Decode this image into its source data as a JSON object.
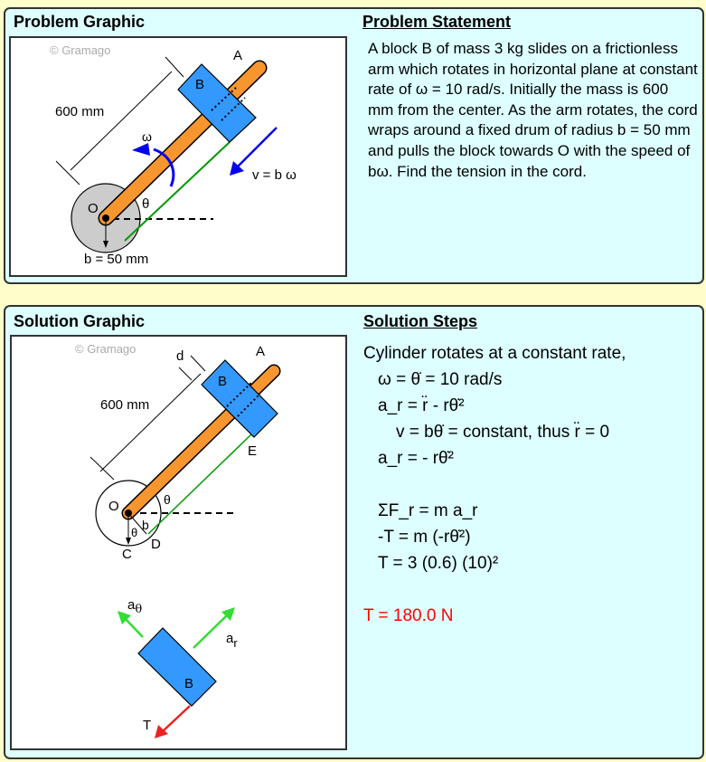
{
  "problem": {
    "graphic_title": "Problem Graphic",
    "statement_title": "Problem Statement",
    "statement": "A block B of mass 3 kg slides on a frictionless arm which rotates in horizontal plane at constant rate of ω = 10 rad/s. Initially the mass is 600 mm from the center. As the arm rotates, the cord wraps around a fixed drum of radius b = 50 mm and pulls the block towards O with the speed of bω. Find the tension in the cord.",
    "labels": {
      "copyright": "© Gramago",
      "A": "A",
      "B": "B",
      "O": "O",
      "omega": "ω",
      "theta": "θ",
      "length": "600 mm",
      "velocity": "v = b ω",
      "radius": "b = 50 mm"
    }
  },
  "solution": {
    "graphic_title": "Solution Graphic",
    "steps_title": "Solution Steps",
    "labels": {
      "copyright": "© Gramago",
      "A": "A",
      "B": "B",
      "O": "O",
      "C": "C",
      "D": "D",
      "E": "E",
      "d": "d",
      "b": "b",
      "theta": "θ",
      "length": "600 mm",
      "a_theta": "a",
      "a_theta_sub": "θ",
      "a_r": "a",
      "a_r_sub": "r",
      "T": "T",
      "B2": "B"
    },
    "steps": [
      "Cylinder rotates at a constant rate,",
      "ω = θ̇ = 10 rad/s",
      "a_r = r̈ - rθ̇²",
      "v = bθ̇ = constant, thus r̈ = 0",
      "a_r = - rθ̇²",
      "ΣF_r = m a_r",
      "-T = m (-rθ̇²)",
      "T = 3 (0.6) (10)²"
    ],
    "answer": "T = 180.0 N"
  },
  "colors": {
    "background": "#ffffcc",
    "panel": "#ddffff",
    "arm": "#f7962f",
    "block": "#3399ff",
    "cord": "#009900",
    "accel": "#33dd33",
    "tension": "#ee2222",
    "answer": "#ff0000"
  }
}
